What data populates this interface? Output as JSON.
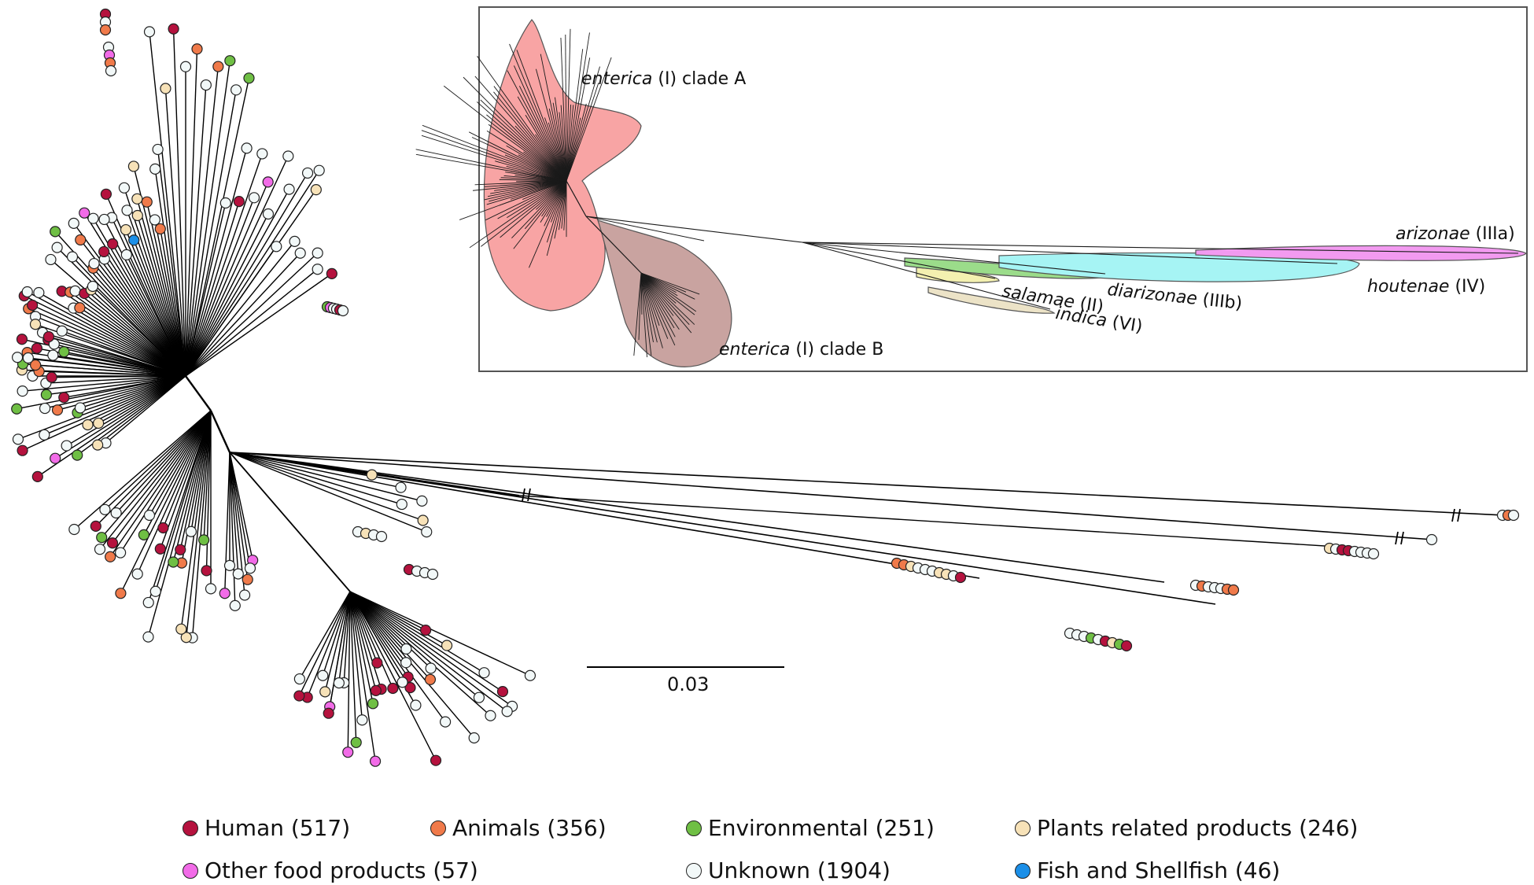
{
  "colors": {
    "human": "#b5123e",
    "animals": "#f07a4a",
    "environmental": "#6fbf44",
    "plants": "#f7e2b8",
    "other_food": "#f26be8",
    "unknown": "#f2f8f8",
    "fish": "#1b8fe8"
  },
  "inset": {
    "clade_a": {
      "italic": "enterica",
      "rest": " (I) clade A",
      "color": "#f8a4a4"
    },
    "clade_b": {
      "italic": "enterica",
      "rest": " (I) clade B",
      "color": "#c9a3a0"
    },
    "salamae": {
      "italic": "salamae",
      "rest": " (II)",
      "color": "#f3f0b0"
    },
    "indica": {
      "italic": "indica",
      "rest": " (VI)",
      "color": "#ece3c7"
    },
    "diarizonae": {
      "italic": "diarizonae",
      "rest": " (IIIb)",
      "color": "#9bdc8a"
    },
    "houtenae": {
      "italic": "houtenae",
      "rest": " (IV)",
      "color": "#a6f4f4"
    },
    "arizonae": {
      "italic": "arizonae",
      "rest": " (IIIa)",
      "color": "#f29af0"
    }
  },
  "scale_bar": {
    "label": "0.03"
  },
  "legend": [
    {
      "key": "human",
      "label": "Human (517)"
    },
    {
      "key": "animals",
      "label": "Animals (356)"
    },
    {
      "key": "environmental",
      "label": "Environmental (251)"
    },
    {
      "key": "plants",
      "label": "Plants related products (246)"
    },
    {
      "key": "other_food",
      "label": "Other food products (57)"
    },
    {
      "key": "unknown",
      "label": "Unknown (1904)"
    },
    {
      "key": "fish",
      "label": "Fish and Shellfish (46)"
    }
  ]
}
